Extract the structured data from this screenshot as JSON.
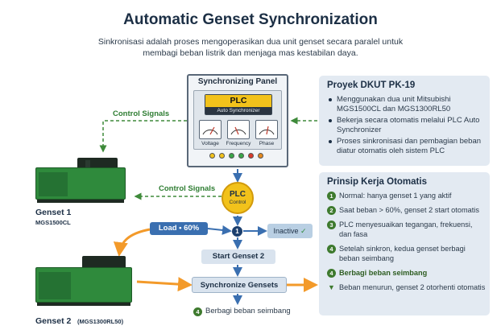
{
  "title": "Automatic Genset Synchronization",
  "subtitle_line1": "Sinkronisasi adalah proses mengoperasikan dua unit genset secara paralel untuk",
  "subtitle_line2": "membagi beban listrik dan menjaga mas kestabilan daya.",
  "panel": {
    "title": "Synchronizing Panel",
    "plc": "PLC",
    "plc_sub": "Auto Synchronizer",
    "meters": [
      "Voltage",
      "Frequency",
      "Phase"
    ],
    "led_colors": [
      "#f2c21b",
      "#f2c21b",
      "#3aa648",
      "#3aa648",
      "#d93a2b",
      "#e58a1f"
    ]
  },
  "control_signals_1": "Control Signals",
  "control_signals_2": "Control Signals",
  "genset1": {
    "label": "Genset 1",
    "model": "MGS1500CL"
  },
  "genset2": {
    "label": "Genset 2",
    "model": "(MGS1300RL50)"
  },
  "flow": {
    "plc": "PLC",
    "plc_sub": "Control",
    "load": "Load • 60%",
    "one": "1",
    "inactive": "Inactive",
    "start": "Start Genset 2",
    "sync": "Synchronize Gensets",
    "share_num": "4",
    "share": "Berbagi beban seimbang"
  },
  "project": {
    "title": "Proyek DKUT PK-19",
    "bullets": [
      "Menggunakan dua unit Mitsubishi MGS1500CL dan MGS1300RL50",
      "Bekerja secara otomatis melalui PLC Auto Synchronizer",
      "Proses sinkronisasi dan pembagian beban diatur otomatis oleh sistem PLC"
    ]
  },
  "principle": {
    "title": "Prinsip Kerja Otomatis",
    "steps": [
      {
        "n": "1",
        "text": "Normal: hanya genset 1 yang aktif"
      },
      {
        "n": "2",
        "text": "Saat beban > 60%, genset 2 start otomatis"
      },
      {
        "n": "3",
        "text": "PLC menyesuaikan tegangan, frekuensi, dan fasa"
      },
      {
        "n": "4",
        "text": "Setelah sinkron, kedua genset berbagi beban seimbang"
      },
      {
        "n": "4",
        "text": "Berbagi beban seimbang"
      },
      {
        "n": "▼",
        "text": "Beban menurun, genset 2 otorhenti otomatis"
      }
    ]
  },
  "colors": {
    "accent": "#f2c21b",
    "green": "#3e7a2e",
    "blue": "#3a6fb0",
    "orange": "#f39a2a"
  }
}
